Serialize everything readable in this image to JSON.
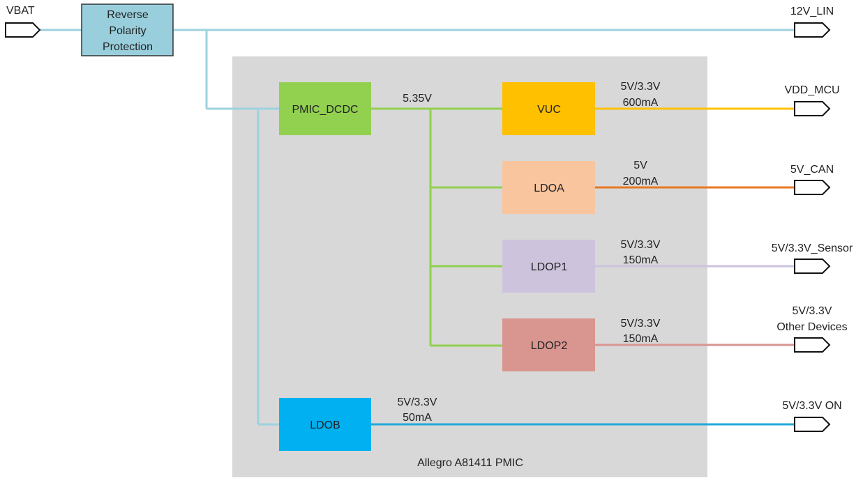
{
  "colors": {
    "vbat_line": "#9dd2df",
    "rpp_fill": "#99cfdd",
    "pmic_bg": "#d8d8d8",
    "dcdc_fill": "#92d050",
    "dcdc_line": "#92d050",
    "vuc_fill": "#ffc000",
    "vuc_line": "#ffc000",
    "ldoa_fill": "#f8c59f",
    "ldoa_line": "#e87722",
    "ldop1_fill": "#cdc3dd",
    "ldop1_line": "#cdc3dd",
    "ldop2_fill": "#d9958f",
    "ldop2_line": "#d9958f",
    "ldob_fill": "#00b0f0",
    "ldob_line": "#22a8d8"
  },
  "input": {
    "label": "VBAT"
  },
  "reverse_polarity": {
    "lines": [
      "Reverse",
      "Polarity",
      "Protection"
    ]
  },
  "pmic": {
    "label": "Allegro A81411 PMIC"
  },
  "dcdc": {
    "label": "PMIC_DCDC",
    "voltage": "5.35V"
  },
  "regulators": {
    "vuc": {
      "label": "VUC",
      "voltage": "5V/3.3V",
      "current": "600mA"
    },
    "ldoa": {
      "label": "LDOA",
      "voltage": "5V",
      "current": "200mA"
    },
    "ldop1": {
      "label": "LDOP1",
      "voltage": "5V/3.3V",
      "current": "150mA"
    },
    "ldop2": {
      "label": "LDOP2",
      "voltage": "5V/3.3V",
      "current": "150mA"
    },
    "ldob": {
      "label": "LDOB",
      "voltage": "5V/3.3V",
      "current": "50mA"
    }
  },
  "outputs": {
    "lin": {
      "label": "12V_LIN"
    },
    "mcu": {
      "label": "VDD_MCU"
    },
    "can": {
      "label": "5V_CAN"
    },
    "sensor": {
      "label": "5V/3.3V_Sensor"
    },
    "other": {
      "line1": "5V/3.3V",
      "line2": "Other Devices"
    },
    "on": {
      "label": "5V/3.3V ON"
    }
  }
}
